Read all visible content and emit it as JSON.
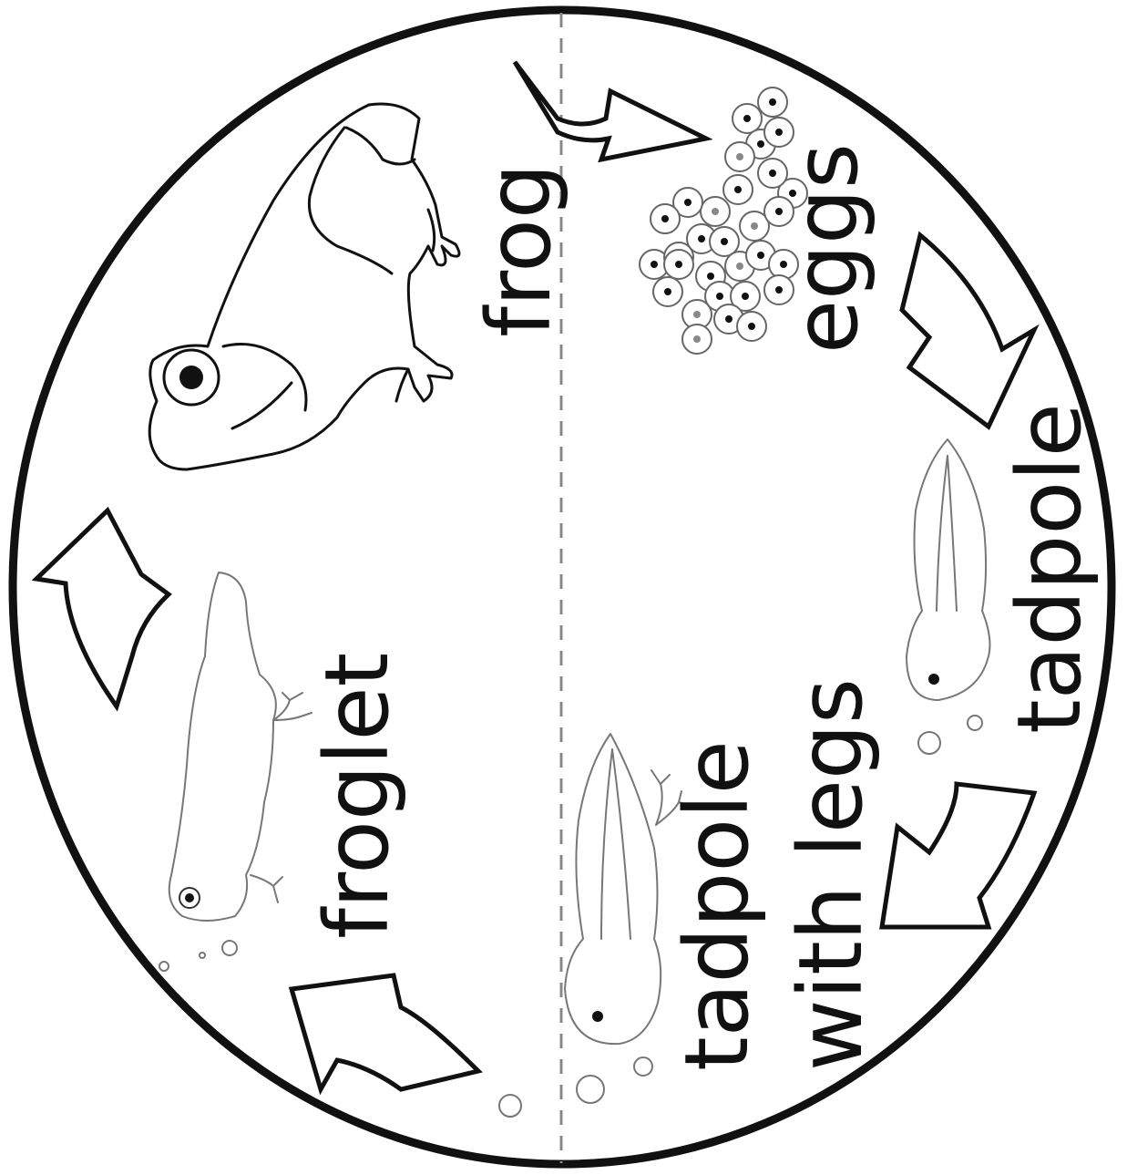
{
  "diagram": {
    "stages": [
      {
        "id": "frog",
        "label": "frog"
      },
      {
        "id": "eggs",
        "label": "eggs"
      },
      {
        "id": "tadpole",
        "label": "tadpole"
      },
      {
        "id": "tadpole-with-legs",
        "label_line1": "tadpole",
        "label_line2": "with legs"
      },
      {
        "id": "froglet",
        "label": "froglet"
      }
    ],
    "colors": {
      "line": "#111111",
      "sketch": "#777777",
      "divider": "#888888",
      "background": "#ffffff"
    }
  }
}
